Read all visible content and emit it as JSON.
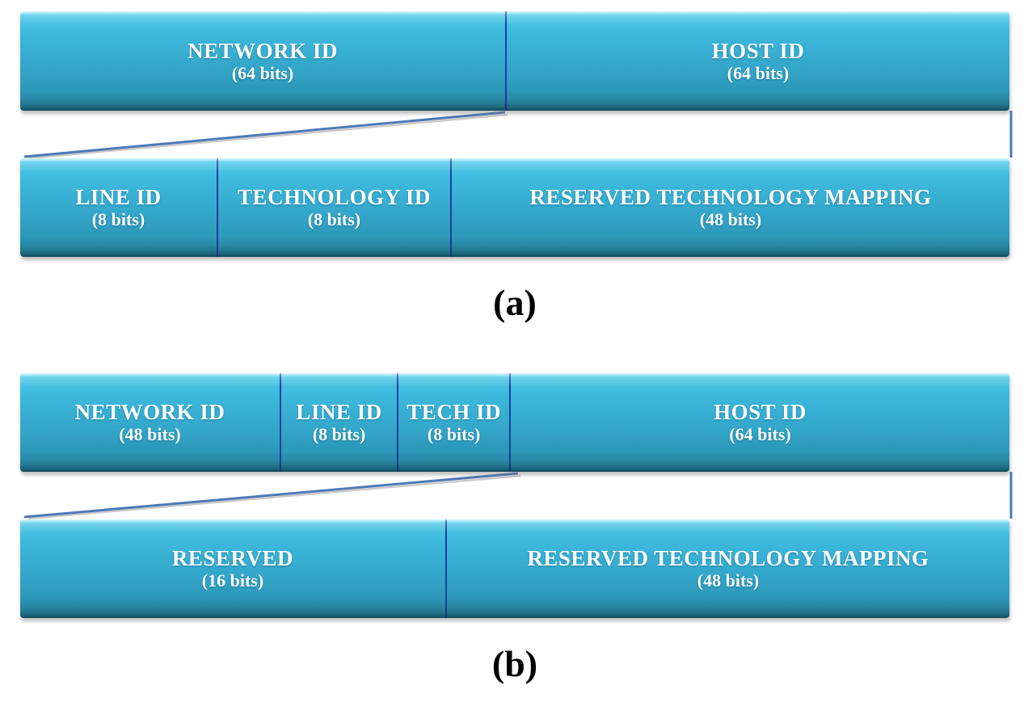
{
  "figure": {
    "panels": [
      {
        "caption": "(a)",
        "rows": [
          {
            "cells": [
              {
                "label": "NETWORK ID",
                "bits": "(64 bits)"
              },
              {
                "label": "HOST ID",
                "bits": "(64 bits)"
              }
            ]
          },
          {
            "cells": [
              {
                "label": "LINE ID",
                "bits": "(8 bits)"
              },
              {
                "label": "TECHNOLOGY ID",
                "bits": "(8 bits)"
              },
              {
                "label": "RESERVED TECHNOLOGY MAPPING",
                "bits": "(48 bits)"
              }
            ]
          }
        ]
      },
      {
        "caption": "(b)",
        "rows": [
          {
            "cells": [
              {
                "label": "NETWORK ID",
                "bits": "(48 bits)"
              },
              {
                "label": "LINE ID",
                "bits": "(8 bits)"
              },
              {
                "label": "TECH ID",
                "bits": "(8 bits)"
              },
              {
                "label": "HOST ID",
                "bits": "(64 bits)"
              }
            ]
          },
          {
            "cells": [
              {
                "label": "RESERVED",
                "bits": "(16 bits)"
              },
              {
                "label": "RESERVED TECHNOLOGY MAPPING",
                "bits": "(48 bits)"
              }
            ]
          }
        ]
      }
    ],
    "colors": {
      "box_top": "#41bfe1",
      "box_bottom": "#2b92b1",
      "box_highlight": "#a5ecf9",
      "divider": "#1d3e9c",
      "connector": "#4d79b8",
      "field_text": "#ffffff",
      "caption_text": "#000000",
      "background": "#ffffff"
    }
  }
}
